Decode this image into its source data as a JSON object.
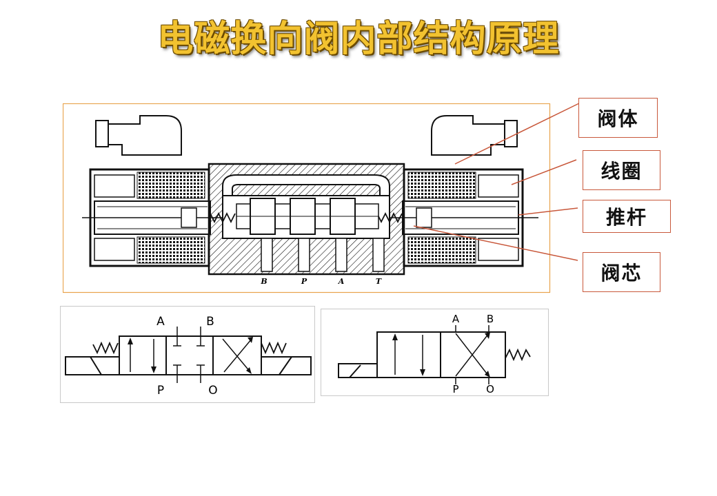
{
  "title": "电磁换向阀内部结构原理",
  "labels": {
    "valve_body": "阀体",
    "coil": "线圈",
    "push_rod": "推杆",
    "spool": "阀芯"
  },
  "section_ports": [
    "B",
    "P",
    "A",
    "T"
  ],
  "symbol_3pos": {
    "top": [
      "A",
      "B"
    ],
    "bottom": [
      "P",
      "O"
    ]
  },
  "symbol_2pos": {
    "top": [
      "A",
      "B"
    ],
    "bottom": [
      "P",
      "O"
    ]
  },
  "colors": {
    "title": "#f2c230",
    "leader": "#c8573a",
    "frame": "#e8a24a",
    "ink": "#111111"
  }
}
